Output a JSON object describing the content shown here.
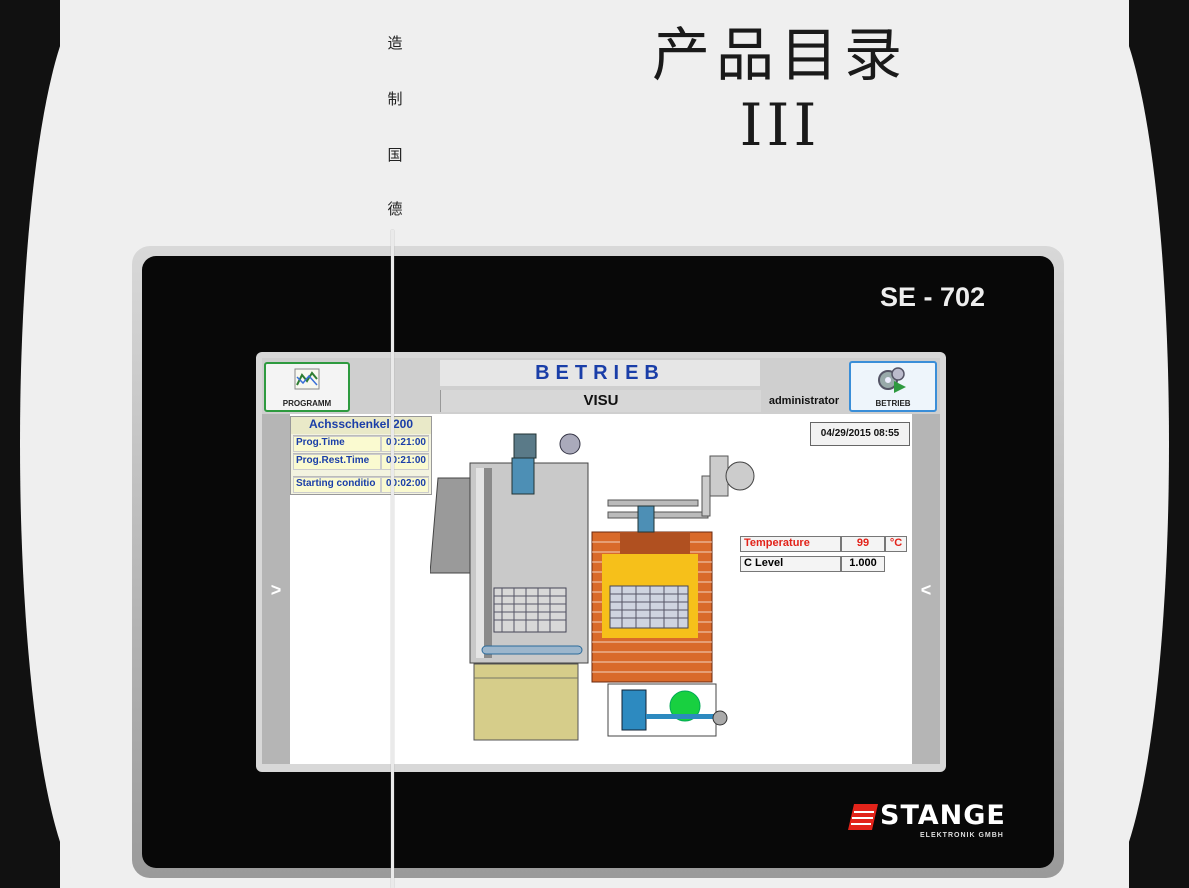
{
  "vertical_text": [
    "造",
    "制",
    "国",
    "德"
  ],
  "catalog": {
    "title": "产品目录",
    "volume": "III"
  },
  "device": {
    "model": "SE - 702",
    "brand": "STANGE",
    "brand_sub": "ELEKTRONIK GMBH",
    "brand_color": "#e2231a"
  },
  "hmi": {
    "title": "BETRIEB",
    "view": "VISU",
    "user": "administrator",
    "left_button": {
      "label": "PROGRAMM",
      "icon": "program-chart-icon"
    },
    "right_button": {
      "label": "BETRIEB",
      "icon": "gears-play-icon"
    },
    "left_arrow": ">",
    "right_arrow": "<",
    "datetime": "04/29/2015 08:55",
    "info_panel": {
      "header": "Achsschenkel 200",
      "rows": [
        {
          "label": "Prog.Time",
          "value": "00:21:00"
        },
        {
          "label": "Prog.Rest.Time",
          "value": "00:21:00"
        },
        {
          "label": "Starting conditio",
          "value": "00:02:00"
        }
      ]
    },
    "readings": [
      {
        "label": "Temperature",
        "value": "99",
        "unit": "°C",
        "color": "#e2231a"
      },
      {
        "label": "C Level",
        "value": "1.000",
        "unit": "",
        "color": "#111111"
      }
    ]
  }
}
